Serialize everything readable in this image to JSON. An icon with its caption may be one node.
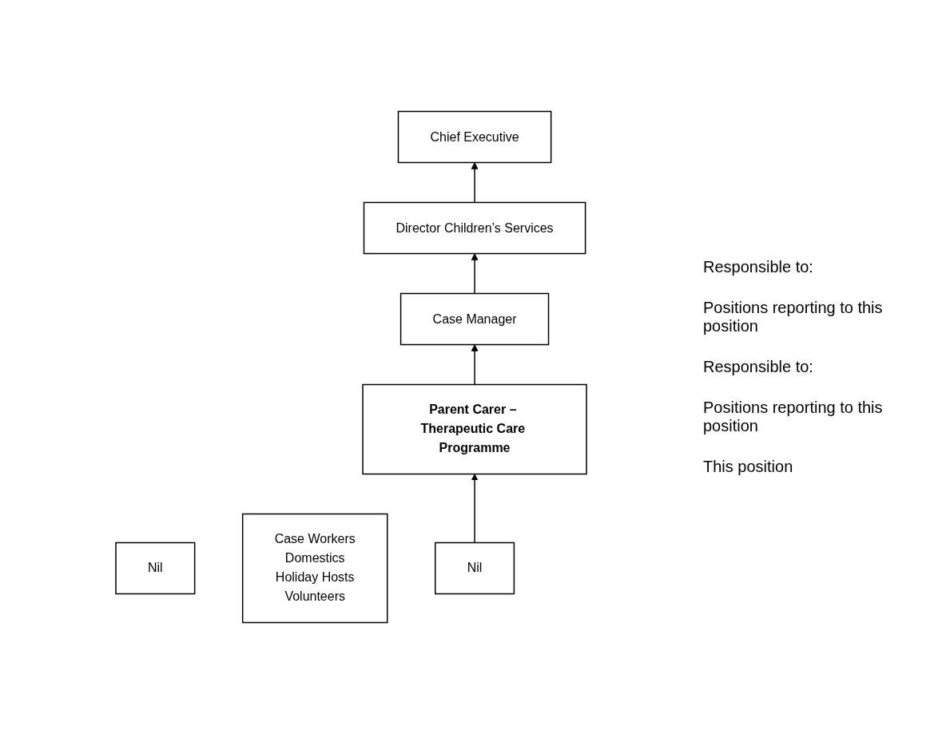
{
  "diagram": {
    "nodes": [
      {
        "text": [
          "Chief Executive"
        ]
      },
      {
        "text": [
          "Director Children’s Services"
        ]
      },
      {
        "text": [
          "Nil"
        ]
      },
      {
        "text": [
          "Case Manager"
        ]
      },
      {
        "text": [
          "Case Workers",
          "Domestics",
          "Holiday Hosts",
          "Volunteers"
        ]
      },
      {
        "text": [
          "Parent Carer – Therapeutic Care Programme"
        ]
      },
      {
        "text": [
          "Nil"
        ]
      }
    ],
    "edges": [
      {
        "from": 1,
        "to": 0,
        "arrow": "to"
      },
      {
        "from": 3,
        "to": 1,
        "arrow": "to"
      },
      {
        "from": 5,
        "to": 3,
        "arrow": "to"
      },
      {
        "from": 6,
        "to": 5,
        "arrow": "to"
      }
    ],
    "labels": [
      "Responsible to:",
      "Positions reporting to this position",
      "Responsible to:",
      "Positions reporting to this position",
      "This position"
    ]
  }
}
